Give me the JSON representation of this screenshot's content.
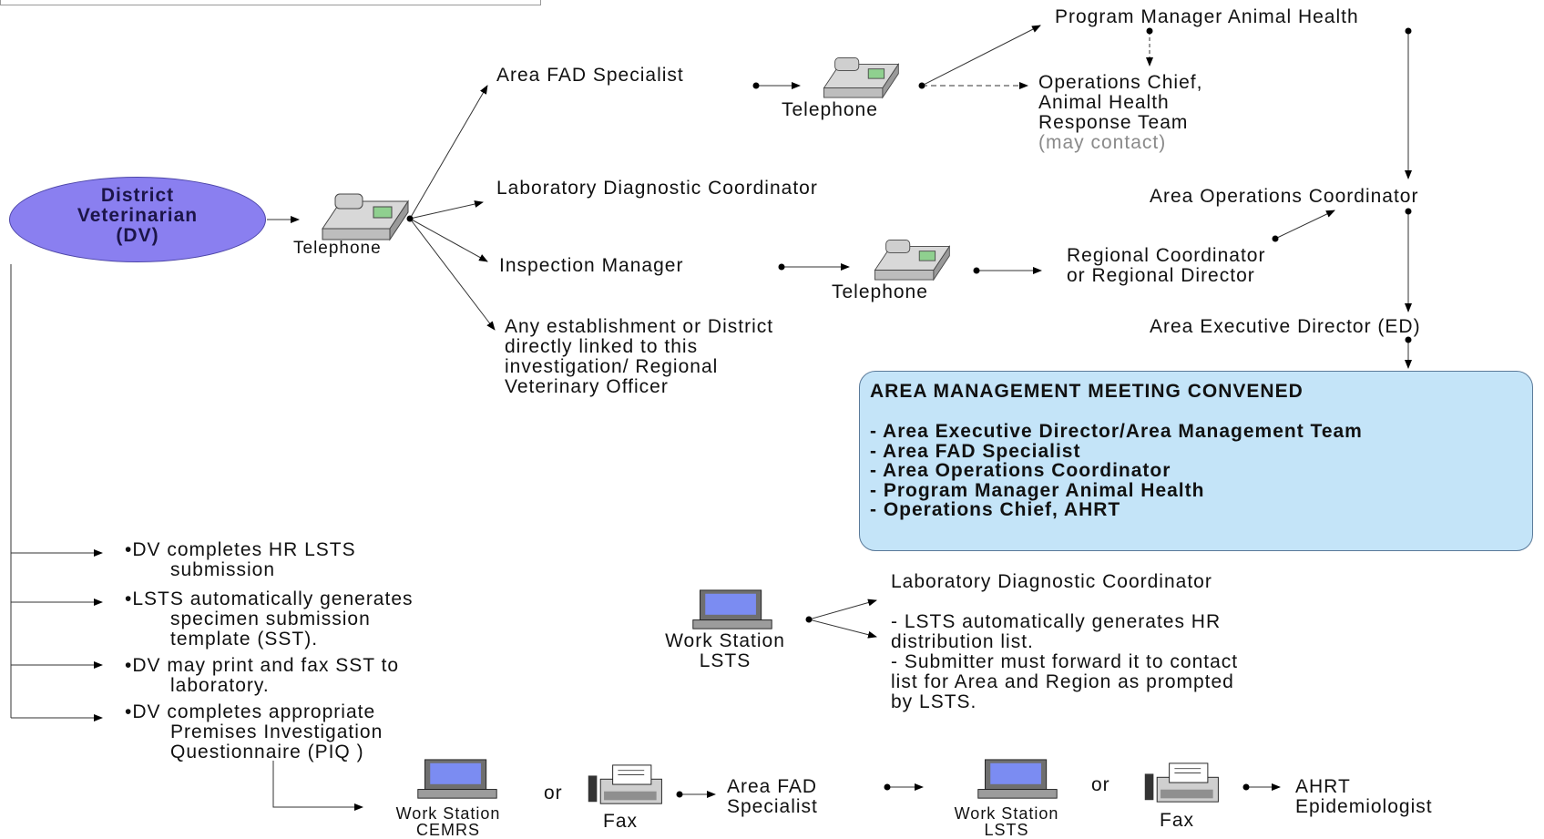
{
  "dv": {
    "line1": "District",
    "line2": "Veterinarian",
    "line3": "(DV)"
  },
  "device_labels": {
    "telephone_dv": "Telephone",
    "telephone_fad": "Telephone",
    "telephone_insp": "Telephone",
    "ws_lsts_label1": "Work Station",
    "ws_lsts_label2": "LSTS",
    "ws_cemrs_label1": "Work Station",
    "ws_cemrs_label2": "CEMRS",
    "fax1": "Fax",
    "ws_lsts2_label1": "Work Station",
    "ws_lsts2_label2": "LSTS",
    "fax2": "Fax",
    "or1": "or",
    "or2": "or"
  },
  "nodes": {
    "area_fad_specialist": "Area FAD Specialist",
    "lab_diag_coord": "Laboratory Diagnostic Coordinator",
    "inspection_manager": "Inspection Manager",
    "any_est_1": "Any establishment or District",
    "any_est_2": "directly linked to this",
    "any_est_3": "investigation/ Regional",
    "any_est_4": "Veterinary Officer",
    "pm_animal_health": "Program Manager Animal Health",
    "ops_chief_1": "Operations Chief,",
    "ops_chief_2": "Animal Health",
    "ops_chief_3": "Response Team",
    "ops_chief_4": "(may contact)",
    "area_ops_coord": "Area Operations Coordinator",
    "regional_1": "Regional Coordinator",
    "regional_2": "or Regional Director",
    "area_exec_dir": "Area Executive Director (ED)",
    "lab_diag_coord2": "Laboratory Diagnostic Coordinator",
    "lsts_note_1": "- LSTS automatically generates HR",
    "lsts_note_2": "distribution list.",
    "lsts_note_3": "- Submitter must forward it to contact",
    "lsts_note_4": "list for Area and Region as prompted",
    "lsts_note_5": "by LSTS.",
    "area_fad_1": "Area FAD",
    "area_fad_2": "Specialist",
    "ahrt_1": "AHRT",
    "ahrt_2": "Epidemiologist"
  },
  "meeting": {
    "title": "AREA MANAGEMENT MEETING CONVENED",
    "items": [
      "- Area Executive Director/Area Management Team",
      "- Area FAD Specialist",
      "- Area Operations Coordinator",
      "- Program Manager Animal Health",
      "- Operations Chief, AHRT"
    ]
  },
  "steps": [
    {
      "l1": "•DV completes HR LSTS",
      "l2": "submission",
      "l3": ""
    },
    {
      "l1": "•LSTS automatically generates",
      "l2": "specimen submission",
      "l3": "template (SST)."
    },
    {
      "l1": "•DV may print and fax SST to",
      "l2": "laboratory.",
      "l3": ""
    },
    {
      "l1": "•DV completes appropriate",
      "l2": "Premises Investigation",
      "l3": "Questionnaire (PIQ )"
    }
  ]
}
